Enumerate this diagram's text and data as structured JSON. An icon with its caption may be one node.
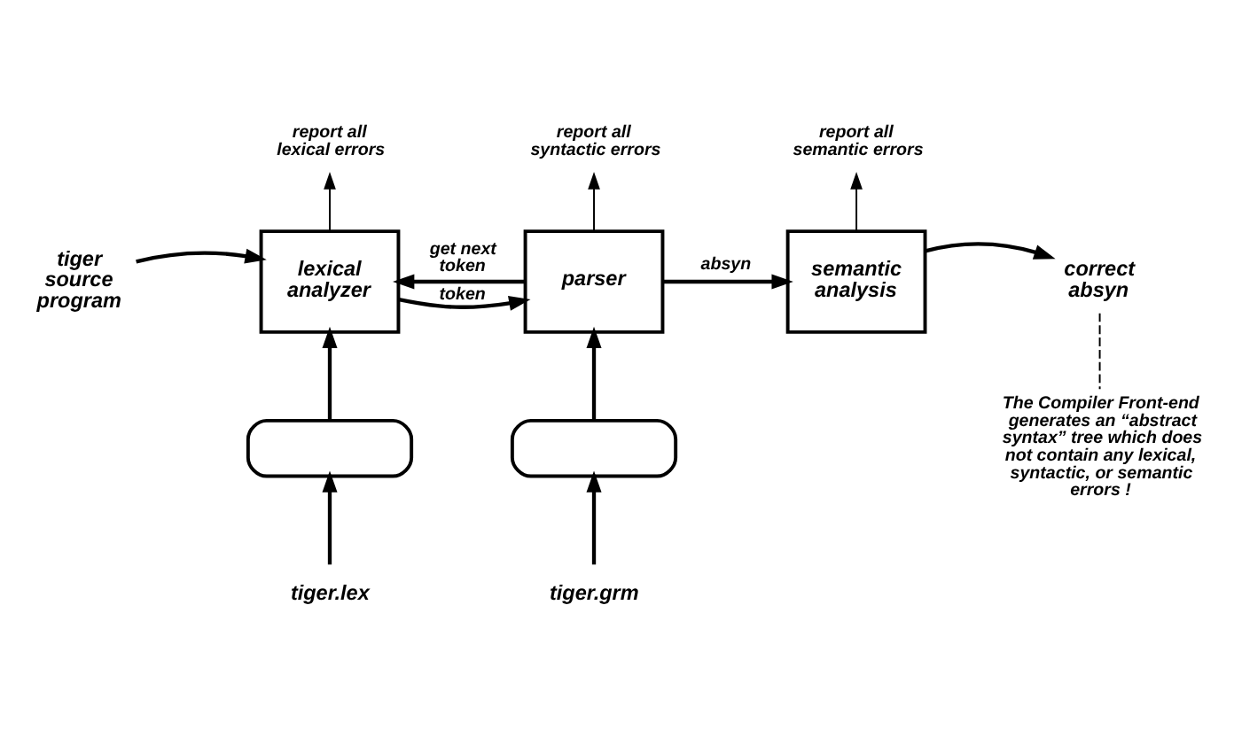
{
  "diagram": {
    "nodes": [
      {
        "text": [
          "tiger source program"
        ]
      },
      {
        "text": [
          "lexical analyzer"
        ]
      },
      {
        "text": [
          "parser"
        ]
      },
      {
        "text": [
          "semantic analysis"
        ]
      },
      {
        "text": [
          "correct absyn"
        ]
      },
      {
        "text": [
          "report all lexical errors"
        ]
      },
      {
        "text": [
          "report all syntactic errors"
        ]
      },
      {
        "text": [
          "report all semantic errors"
        ]
      },
      {
        "text": [],
        "shape": "box"
      },
      {
        "text": [],
        "shape": "box"
      },
      {
        "text": [
          "tiger.lex"
        ]
      },
      {
        "text": [
          "tiger.grm"
        ]
      },
      {
        "text": [
          "The Compiler Front-end generates an “abstract syntax” tree which does not contain any lexical, syntactic, or semantic errors !"
        ]
      }
    ],
    "edges": [
      {
        "from": 0,
        "to": 1,
        "arrow": "to"
      },
      {
        "from": 1,
        "to": 2,
        "arrow": "to",
        "label": "token"
      },
      {
        "from": 2,
        "to": 1,
        "arrow": "to",
        "label": "get next token"
      },
      {
        "from": 2,
        "to": 3,
        "arrow": "to",
        "label": "absyn"
      },
      {
        "from": 3,
        "to": 4,
        "arrow": "to"
      },
      {
        "from": 1,
        "to": 5,
        "arrow": "to"
      },
      {
        "from": 2,
        "to": 6,
        "arrow": "to"
      },
      {
        "from": 3,
        "to": 7,
        "arrow": "to"
      },
      {
        "from": 8,
        "to": 1,
        "arrow": "to"
      },
      {
        "from": 9,
        "to": 2,
        "arrow": "to"
      },
      {
        "from": 10,
        "to": 8,
        "arrow": "to"
      },
      {
        "from": 11,
        "to": 9,
        "arrow": "to"
      },
      {
        "from": 4,
        "to": 12,
        "arrow": "none",
        "style": "dashed"
      }
    ]
  }
}
